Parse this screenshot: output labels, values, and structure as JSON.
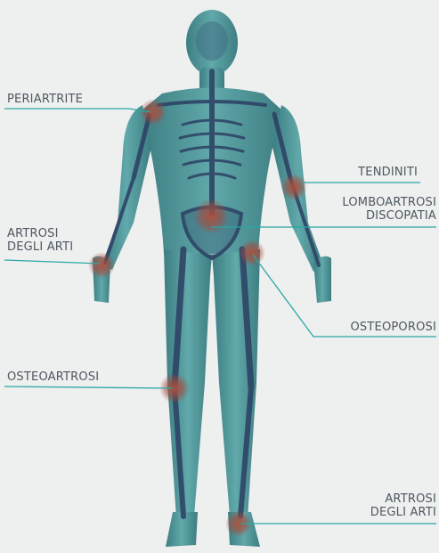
{
  "colors": {
    "background": "#eeefef",
    "body": "#3f8f93",
    "bone": "#2c3f63",
    "leader": "#2aa7a5",
    "hotspot": "#a8483a",
    "label": "#4d5860"
  },
  "labels": {
    "periartrite": "PERIARTRITE",
    "tendiniti": "TENDINITI",
    "lomboartrosi": "LOMBOARTROSI\nDISCOPATIA",
    "artrosi_arti_left": "ARTROSI\nDEGLI ARTI",
    "osteoporosi": "OSTEOPOROSI",
    "osteoartrosi": "OSTEOARTROSI",
    "artrosi_arti_right": "ARTROSI\nDEGLI ARTI"
  },
  "hotspots": [
    {
      "name": "shoulder-right-hotspot"
    },
    {
      "name": "elbow-left-hotspot"
    },
    {
      "name": "pelvis-hotspot"
    },
    {
      "name": "wrist-right-hotspot"
    },
    {
      "name": "hip-left-hotspot"
    },
    {
      "name": "knee-right-hotspot"
    },
    {
      "name": "ankle-left-hotspot"
    }
  ]
}
